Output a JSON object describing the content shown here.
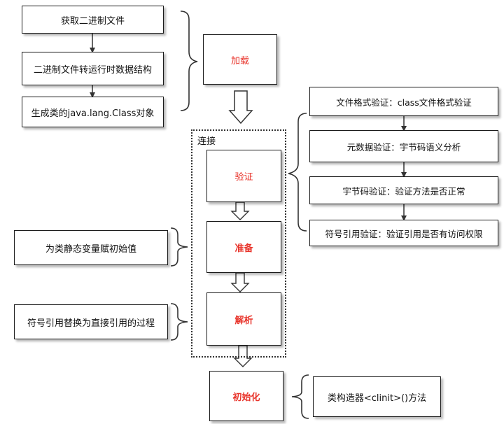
{
  "load_phase": {
    "steps": [
      "获取二进制文件",
      "二进制文件转运行时数据结构",
      "生成类的java.lang.Class对象"
    ],
    "label": "加载"
  },
  "link_phase": {
    "label": "连接",
    "verify": {
      "label": "验证",
      "steps": [
        "文件格式验证：class文件格式验证",
        "元数据验证：宇节码语义分析",
        "宇节码验证：验证方法是否正常",
        "符号引用验证：验证引用是否有访问权限"
      ]
    },
    "prepare": {
      "label": "准备",
      "note": "为类静态变量赋初始值"
    },
    "resolve": {
      "label": "解析",
      "note": "符号引用替换为直接引用的过程"
    }
  },
  "init_phase": {
    "label": "初始化",
    "note": "类构造器<clinit>()方法"
  },
  "colors": {
    "stage_text": "#e8332a",
    "border": "#1a1a1a"
  }
}
